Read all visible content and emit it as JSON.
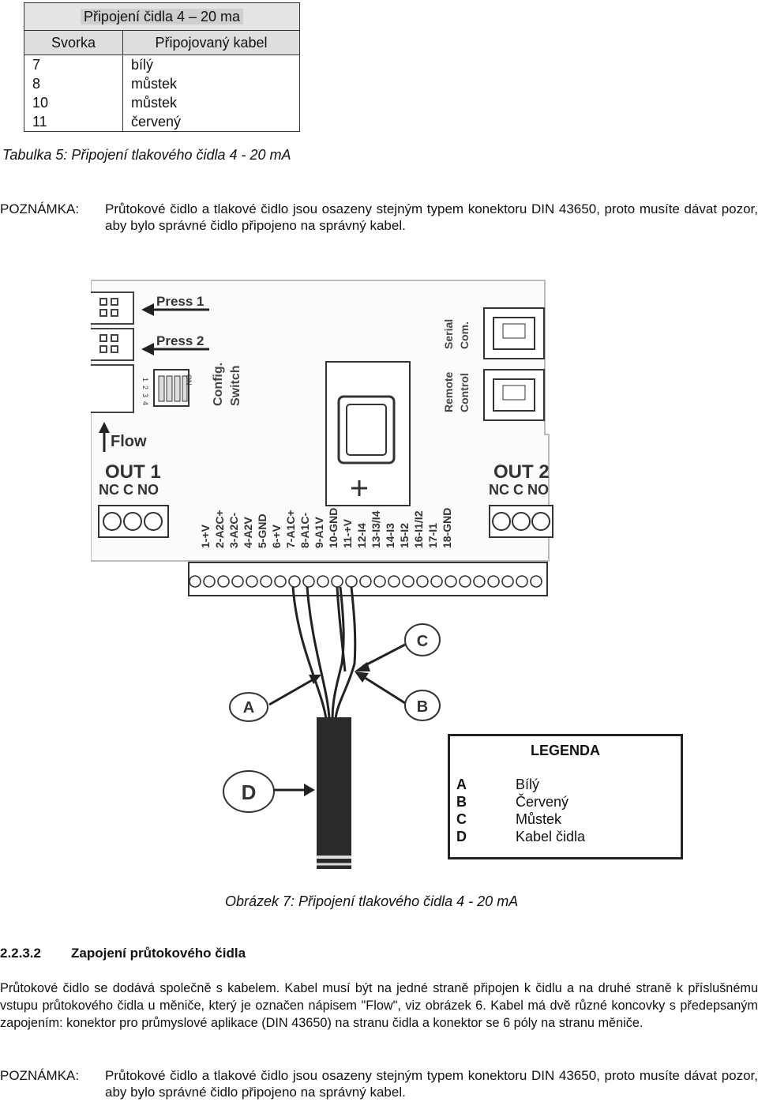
{
  "table": {
    "title": "Připojení čidla 4 – 20 ma",
    "header": [
      "Svorka",
      "Připojovaný kabel"
    ],
    "rows": [
      [
        "7",
        "bílý"
      ],
      [
        "8",
        "můstek"
      ],
      [
        "10",
        "můstek"
      ],
      [
        "11",
        "červený"
      ]
    ],
    "caption": "Tabulka 5: Připojení tlakového čidla 4 - 20 mA"
  },
  "note1": {
    "label": "POZNÁMKA:",
    "text": "Průtokové čidlo a tlakové čidlo jsou osazeny stejným typem konektoru DIN 43650, proto musíte dávat pozor, aby bylo správné čidlo připojeno na správný kabel."
  },
  "diagram": {
    "press1": "Press 1",
    "press2": "Press 2",
    "on": "ON",
    "dip": [
      "1",
      "2",
      "3",
      "4"
    ],
    "config": "Config.",
    "switch": "Switch",
    "serial": "Serial",
    "com": "Com.",
    "remote": "Remote",
    "control": "Control",
    "flow": "Flow",
    "out1": "OUT 1",
    "out2": "OUT 2",
    "nc_c_no": "NC C NO",
    "terminals": [
      "1-+V",
      "2-A2C+",
      "3-A2C-",
      "4-A2V",
      "5-GND",
      "6-+V",
      "7-A1C+",
      "8-A1C-",
      "9-A1V",
      "10-GND",
      "11-+V",
      "12-I4",
      "13-I3/I4",
      "14-I3",
      "15-I2",
      "16-I1/I2",
      "17-I1",
      "18-GND"
    ],
    "callouts": [
      "A",
      "B",
      "C",
      "D"
    ]
  },
  "legend": {
    "title": "LEGENDA",
    "items": [
      {
        "key": "A",
        "value": "Bílý"
      },
      {
        "key": "B",
        "value": "Červený"
      },
      {
        "key": "C",
        "value": "Můstek"
      },
      {
        "key": "D",
        "value": "Kabel čidla"
      }
    ]
  },
  "figure_caption": "Obrázek 7: Připojení tlakového čidla 4 - 20 mA",
  "section": {
    "number": "2.2.3.2",
    "title": "Zapojení průtokového čidla"
  },
  "paragraph": "Průtokové čidlo se dodává společně s kabelem. Kabel musí být na jedné straně připojen k čidlu a na druhé straně k příslušnému vstupu průtokového čidla u měniče, který je označen nápisem \"Flow\", viz obrázek 6. Kabel má dvě různé koncovky s předepsaným zapojením: konektor pro průmyslové aplikace (DIN 43650) na stranu čidla a konektor se 6 póly na stranu měniče.",
  "note2": {
    "label": "POZNÁMKA:",
    "text": "Průtokové čidlo a tlakové čidlo jsou osazeny stejným typem konektoru DIN 43650, proto musíte dávat pozor, aby bylo správné čidlo připojeno na správný kabel."
  }
}
